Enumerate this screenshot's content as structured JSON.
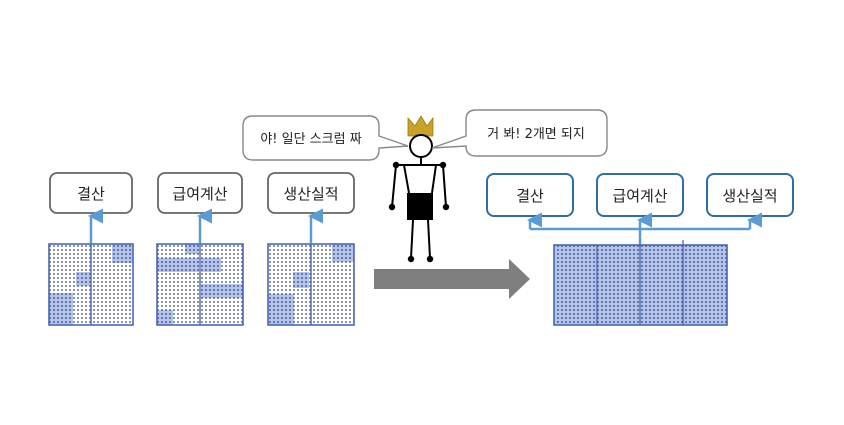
{
  "left_labels": [
    "결산",
    "급여계산",
    "생산실적"
  ],
  "right_labels": [
    "결산",
    "급여계산",
    "생산실적"
  ],
  "speech_left": "야! 일단 스크럼 짜",
  "speech_right": "거 봐! 2개면 되지",
  "icons": {
    "crown": "crown-icon",
    "figure": "stick-figure-icon",
    "arrow": "right-arrow-icon"
  },
  "colors": {
    "left_box_border": "#666666",
    "right_box_border": "#2e6ea4",
    "connector": "#5b9bd5",
    "block_fill": "#b4c4ec",
    "block_border": "#4b68b0",
    "dot": "#2b3a66",
    "big_arrow": "#7f7f7f",
    "crown": "#c9a227"
  }
}
